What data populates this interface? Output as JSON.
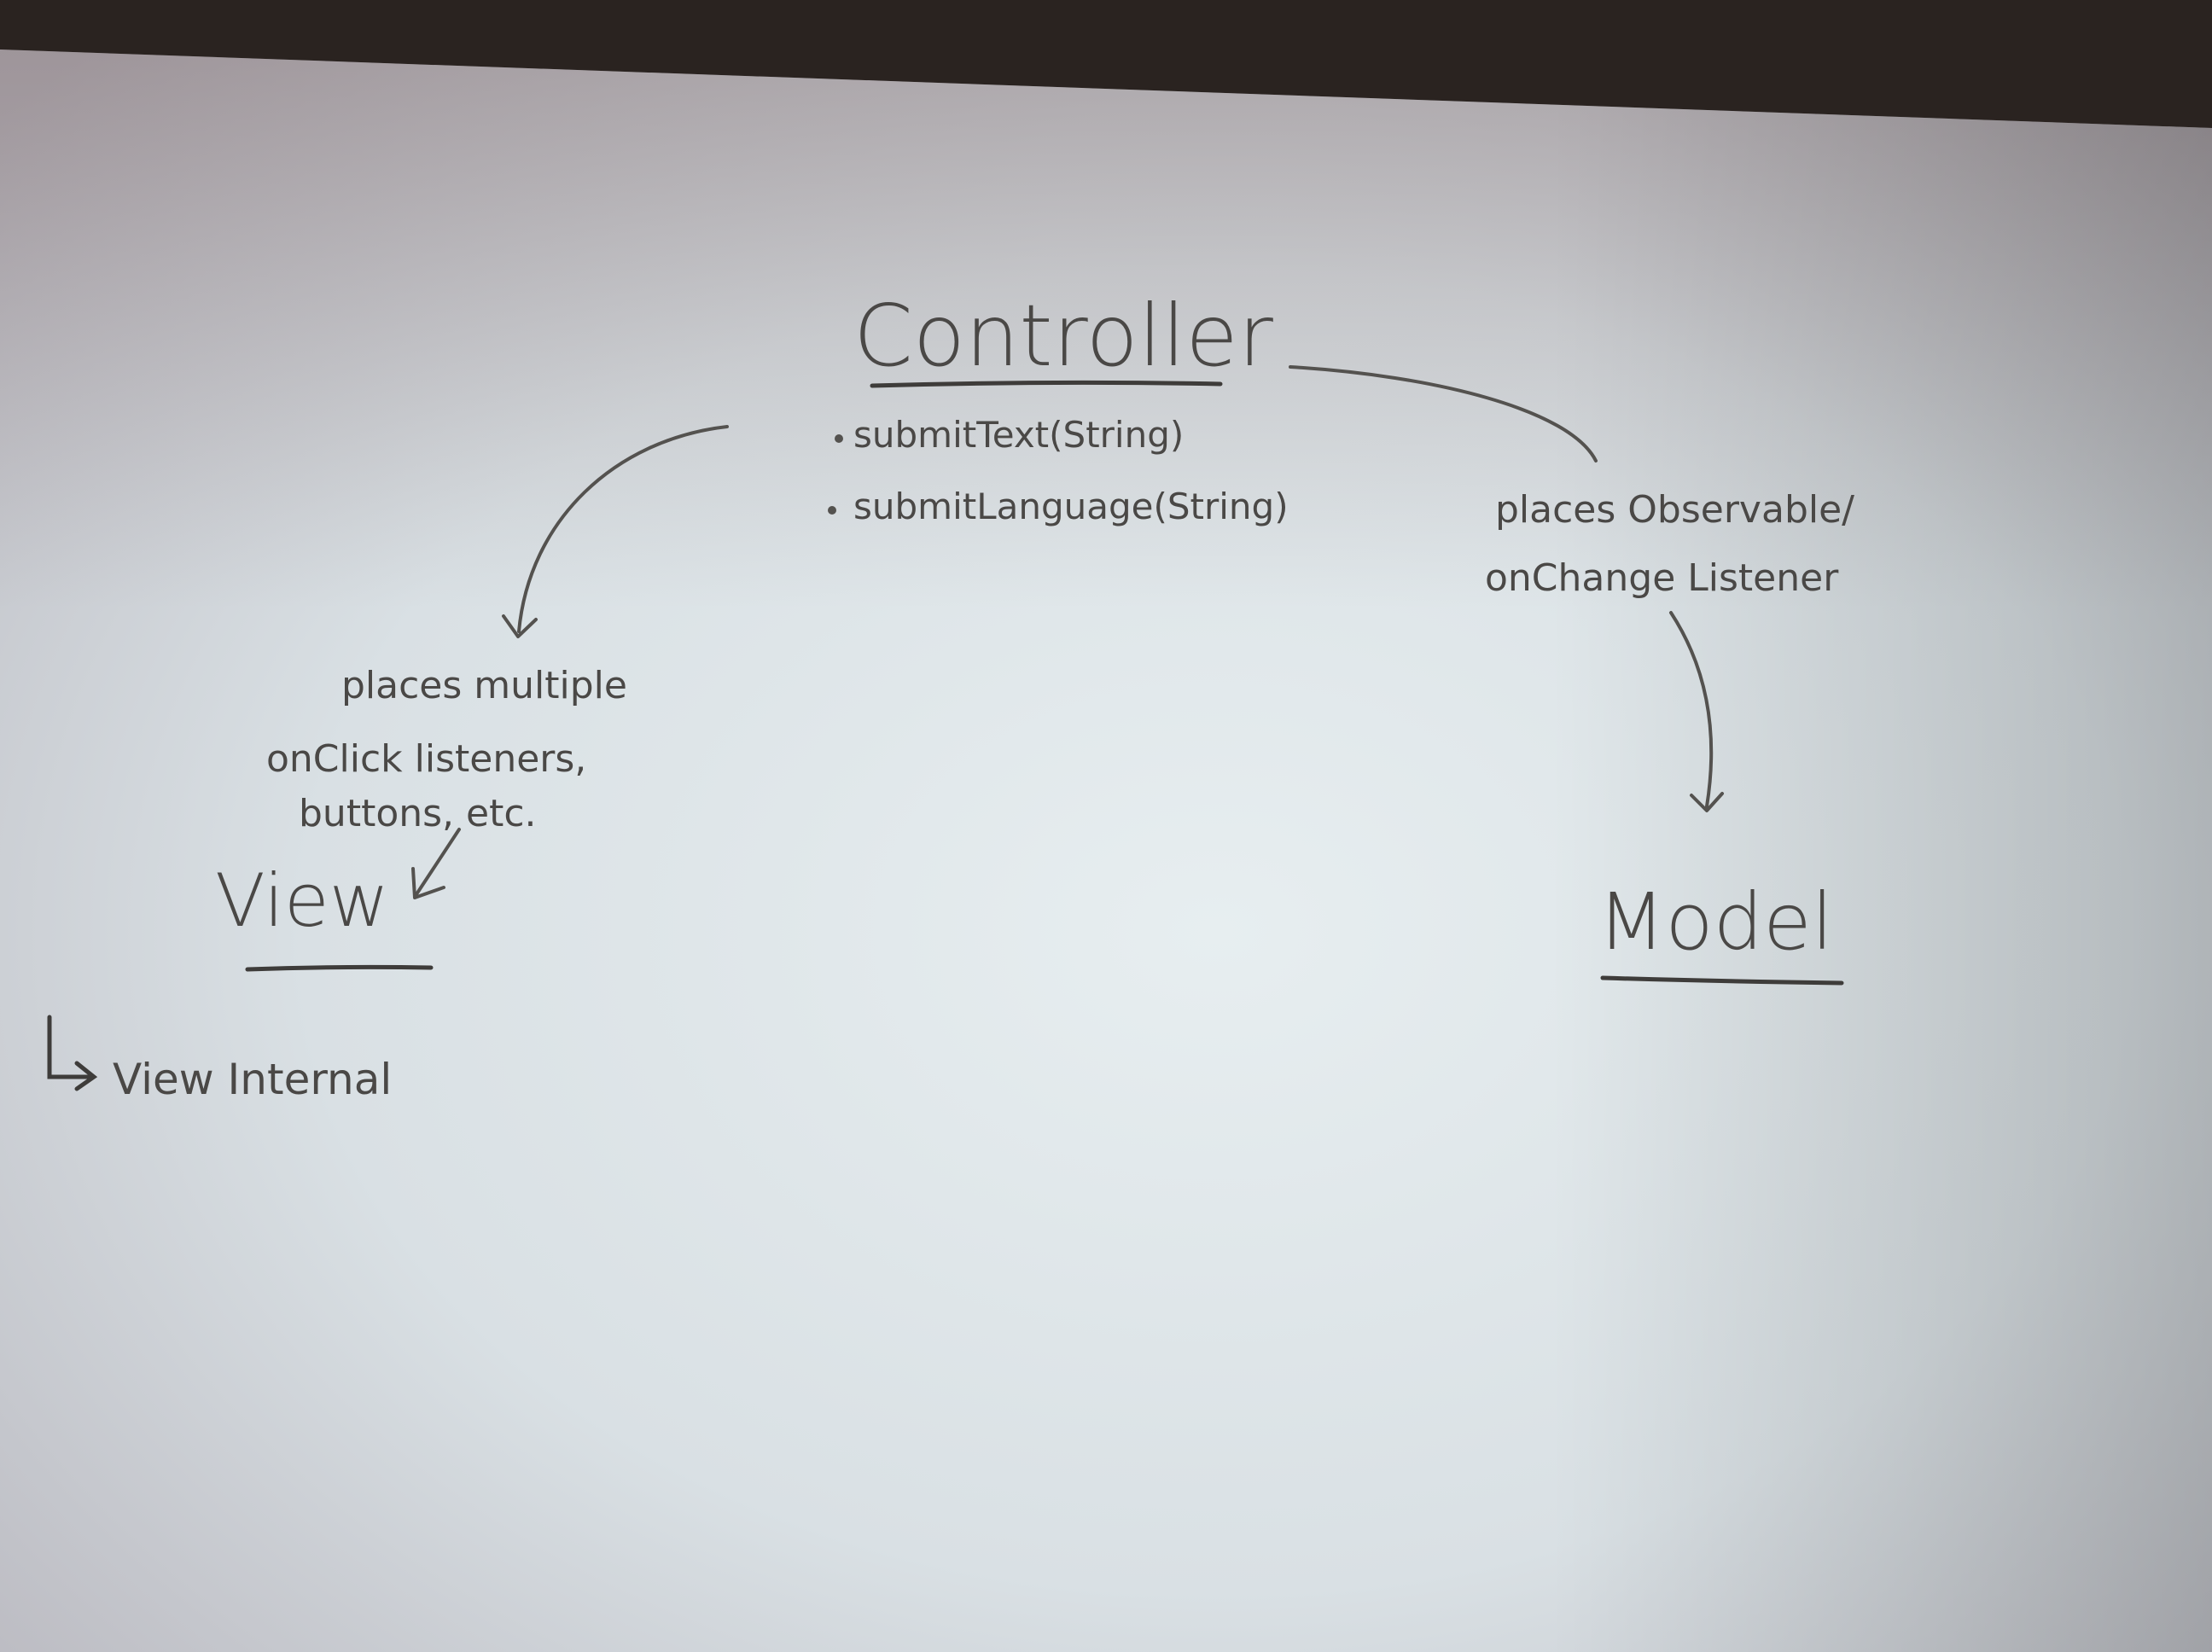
{
  "diagram": {
    "controller": {
      "title": "Controller",
      "methods": [
        "submitText(String)",
        "submitLanguage(String)"
      ]
    },
    "view": {
      "title": "View",
      "subitem": "View Internal"
    },
    "model": {
      "title": "Model"
    },
    "edges": {
      "controller_to_view": [
        "places multiple",
        "onClick listeners,",
        "buttons, etc."
      ],
      "controller_to_model": [
        "places Observable/",
        "onChange Listener"
      ]
    }
  }
}
